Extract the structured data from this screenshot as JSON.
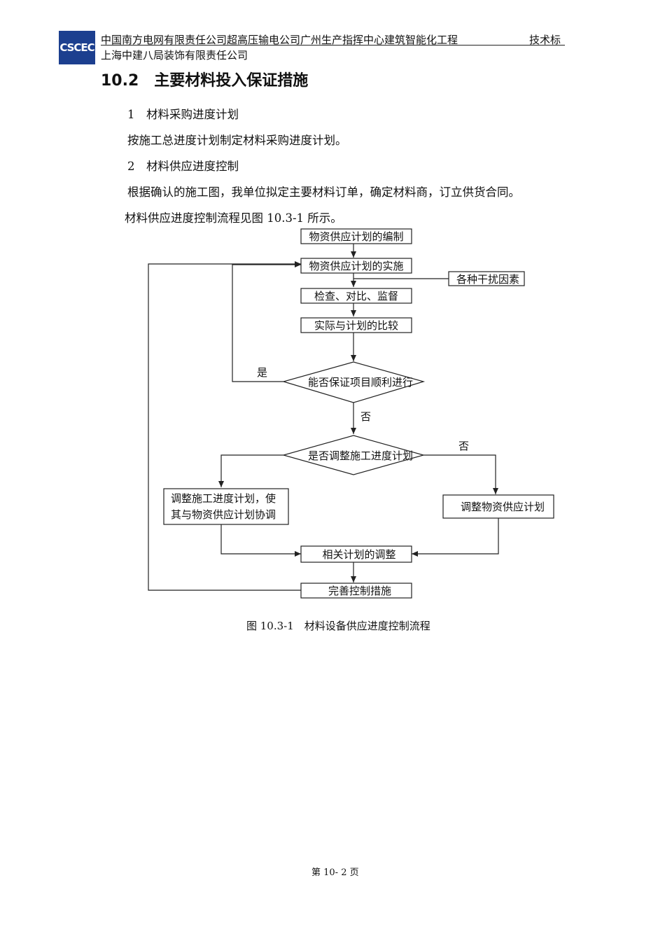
{
  "header": {
    "logo_text": "CSCEC",
    "line1": "中国南方电网有限责任公司超高压输电公司广州生产指挥中心建筑智能化工程",
    "right_label": "技术标",
    "line2": "上海中建八局装饰有限责任公司"
  },
  "section": {
    "title": "10.2　主要材料投入保证措施",
    "p1": "1　材料采购进度计划",
    "p2": "按施工总进度计划制定材料采购进度计划。",
    "p3": "2　材料供应进度控制",
    "p4": "根据确认的施工图，我单位拟定主要材料订单，确定材料商，订立供货合同。",
    "p5": "材料供应进度控制流程见图 10.3-1 所示。"
  },
  "flowchart": {
    "n1": "物资供应计划的编制",
    "n2": "物资供应计划的实施",
    "n_side": "各种干扰因素",
    "n3": "检查、对比、监督",
    "n4": "实际与计划的比较",
    "d1": "能否保证项目顺利进行",
    "d1_yes": "是",
    "d1_no": "否",
    "d2": "是否调整施工进度计划",
    "d2_no": "否",
    "left_box_l1": "调整施工进度计划，使",
    "left_box_l2": "其与物资供应计划协调",
    "right_box": "调整物资供应计划",
    "n5": "相关计划的调整",
    "n6": "完善控制措施"
  },
  "caption": "图 10.3-1　材料设备供应进度控制流程",
  "footer": "第 10- 2  页"
}
